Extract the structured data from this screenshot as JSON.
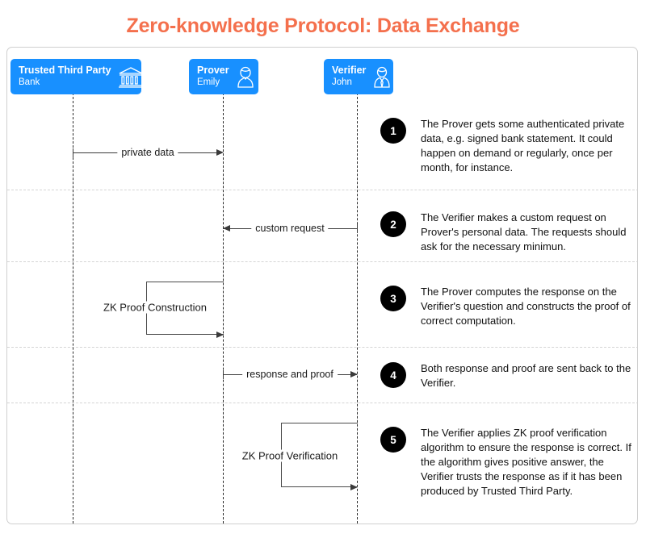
{
  "title": "Zero-knowledge Protocol: Data Exchange",
  "colors": {
    "title": "#f4704d",
    "actor_box": "#1890ff",
    "badge": "#000000",
    "lifeline": "#2b2b2b",
    "separator": "#d4d4d4",
    "frame_border": "#cfcfcf"
  },
  "actors": [
    {
      "role": "Trusted Third Party",
      "name": "Bank",
      "icon": "bank-icon"
    },
    {
      "role": "Prover",
      "name": "Emily",
      "icon": "woman-avatar-icon"
    },
    {
      "role": "Verifier",
      "name": "John",
      "icon": "man-avatar-icon"
    }
  ],
  "messages": [
    {
      "label": "private data",
      "from": "Trusted Third Party",
      "to": "Prover",
      "direction": "right"
    },
    {
      "label": "custom request",
      "from": "Verifier",
      "to": "Prover",
      "direction": "left"
    },
    {
      "label": "ZK Proof Construction",
      "from": "Prover",
      "to": "Prover",
      "direction": "self"
    },
    {
      "label": "response and proof",
      "from": "Prover",
      "to": "Verifier",
      "direction": "right"
    },
    {
      "label": "ZK Proof Verification",
      "from": "Verifier",
      "to": "Verifier",
      "direction": "self"
    }
  ],
  "steps": [
    {
      "number": "1",
      "text": "The Prover gets some authenticated private data, e.g. signed bank statement. It could happen on demand or regularly, once per month, for instance."
    },
    {
      "number": "2",
      "text": "The Verifier makes a custom request on Prover's personal data. The requests should ask for the necessary minimun."
    },
    {
      "number": "3",
      "text": "The Prover computes the response on the Verifier's question and constructs the proof of correct computation."
    },
    {
      "number": "4",
      "text": "Both response and proof are sent back to the Verifier."
    },
    {
      "number": "5",
      "text": "The Verifier applies ZK proof verification algorithm to ensure the response is correct. If the algorithm gives positive answer, the Verifier trusts the response as if it has been produced by Trusted Third Party."
    }
  ]
}
